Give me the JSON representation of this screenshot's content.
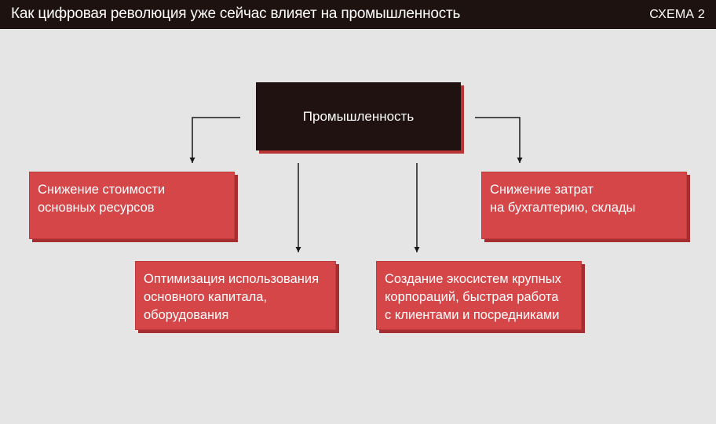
{
  "header": {
    "title": "Как цифровая революция уже сейчас влияет на промышленность",
    "tag": "СХЕМА 2"
  },
  "diagram": {
    "root": "Промышленность",
    "nodes": [
      {
        "lines": [
          "Снижение стоимости",
          "основных ресурсов"
        ]
      },
      {
        "lines": [
          "Оптимизация использования",
          "основного капитала,",
          "оборудования"
        ]
      },
      {
        "lines": [
          "Создание экосистем крупных",
          "корпораций, быстрая работа",
          "с клиентами и посредниками"
        ]
      },
      {
        "lines": [
          "Снижение затрат",
          "на бухгалтерию, склады"
        ]
      }
    ]
  },
  "colors": {
    "background": "#e6e5e5",
    "header": "#1e1210",
    "root_box": "#201210",
    "node_box": "#d54649",
    "accent_shadow": "#b93435",
    "arrow": "#1a1a1a"
  }
}
